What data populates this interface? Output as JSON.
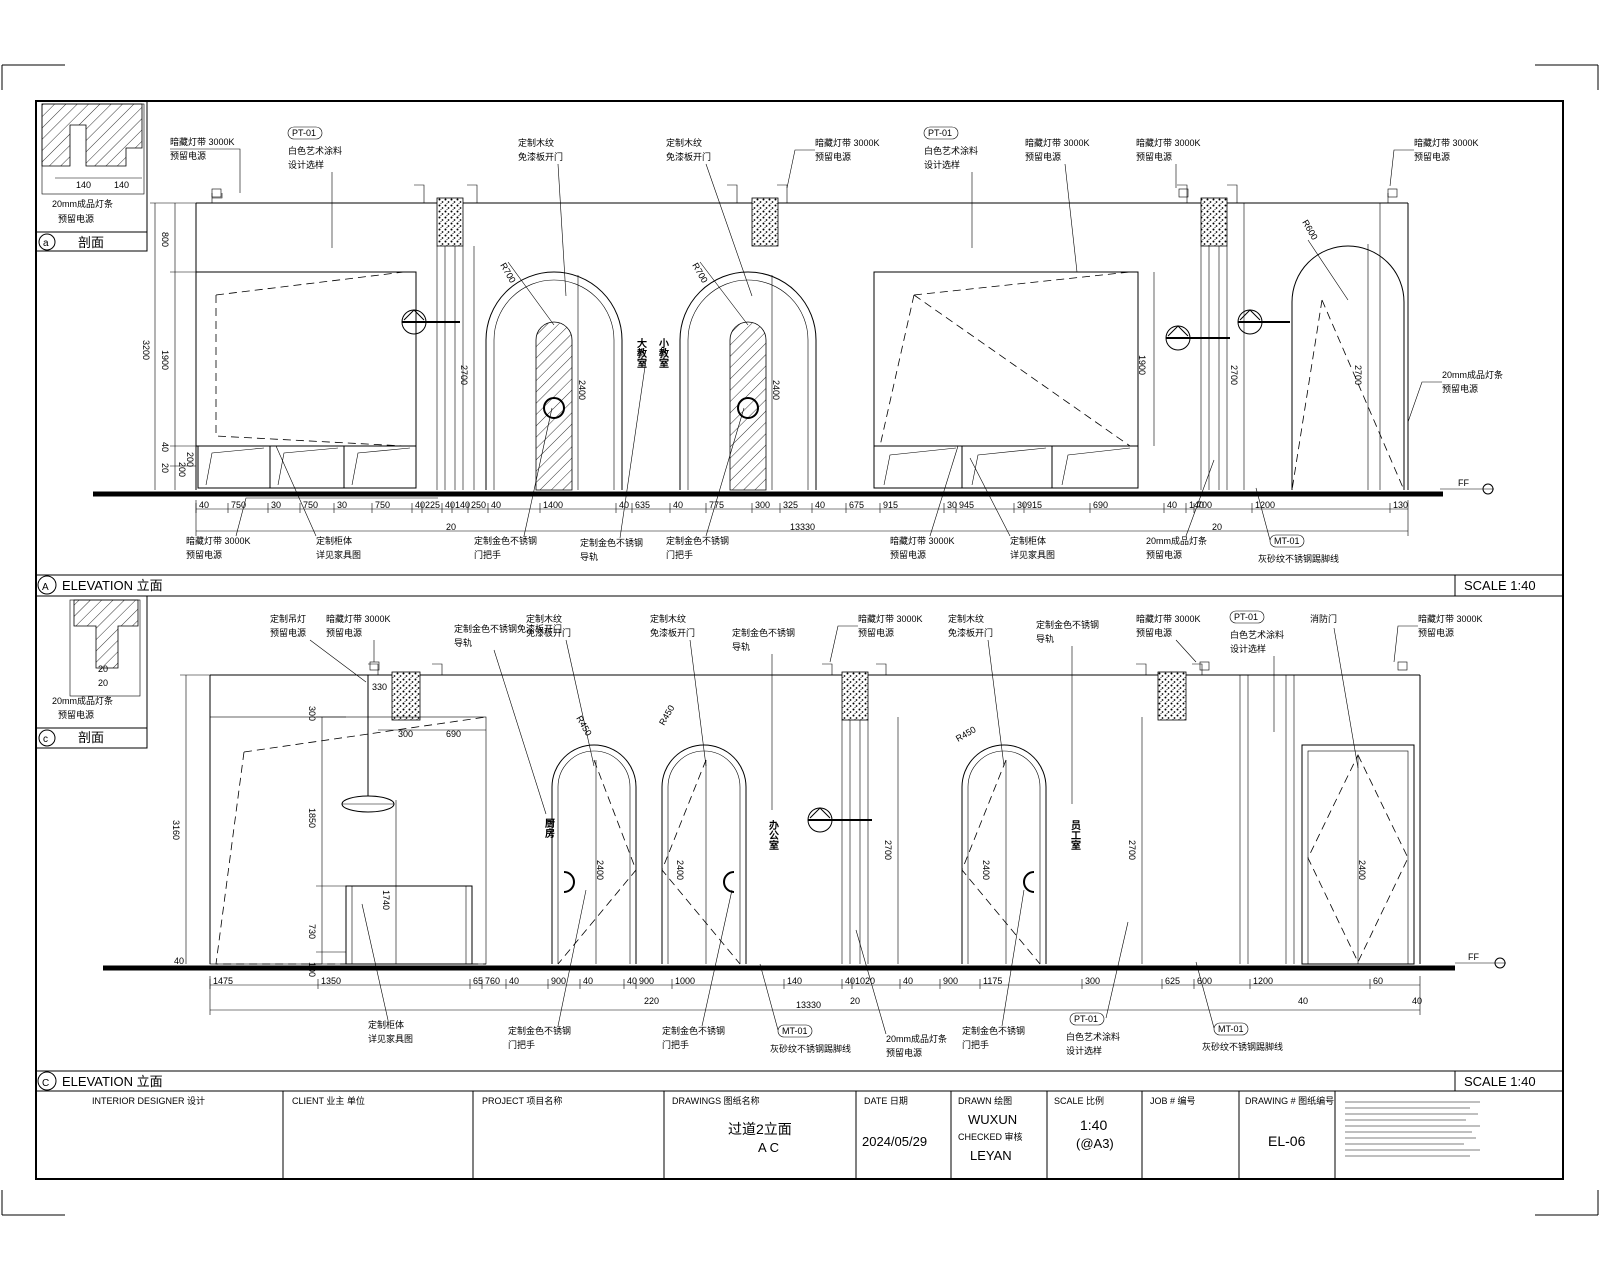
{
  "title_block": {
    "designer_label": "INTERIOR DESIGNER 设计",
    "client_label": "CLIENT 业主 单位",
    "project_label": "PROJECT 项目名称",
    "drawings_label": "DRAWINGS 图纸名称",
    "drawing_name": "过道2立面",
    "drawing_sub": "A C",
    "date_label": "DATE 日期",
    "date_value": "2024/05/29",
    "drawn_label": "DRAWN 绘图",
    "drawn_value": "WUXUN",
    "checked_label": "CHECKED 审核",
    "checked_value": "LEYAN",
    "scale_label": "SCALE 比例",
    "scale_value": "1:40",
    "scale_sub": "(@A3)",
    "job_label": "JOB # 编号",
    "drawing_no_label": "DRAWING # 图纸编号",
    "drawing_no": "EL-06"
  },
  "elevation_a": {
    "title": "ELEVATION 立面",
    "marker": "A",
    "scale": "SCALE 1:40",
    "section_marker": "a",
    "section_label": "剖面",
    "section_note_1": "20mm成品灯条",
    "section_note_2": "预留电源",
    "section_dim_1": "140",
    "section_dim_2": "140",
    "notes_top": [
      {
        "l1": "暗藏灯带 3000K",
        "l2": "预留电源"
      },
      {
        "l1": "PT-01",
        "l2": "白色艺术涂料",
        "l3": "设计选样"
      },
      {
        "l1": "定制木纹",
        "l2": "免漆板开门"
      },
      {
        "l1": "定制木纹",
        "l2": "免漆板开门"
      },
      {
        "l1": "暗藏灯带 3000K",
        "l2": "预留电源"
      },
      {
        "l1": "PT-01",
        "l2": "白色艺术涂料",
        "l3": "设计选样"
      },
      {
        "l1": "暗藏灯带 3000K",
        "l2": "预留电源"
      },
      {
        "l1": "暗藏灯带 3000K",
        "l2": "预留电源"
      },
      {
        "l1": "暗藏灯带 3000K",
        "l2": "预留电源"
      }
    ],
    "notes_bottom": [
      {
        "l1": "暗藏灯带 3000K",
        "l2": "预留电源"
      },
      {
        "l1": "定制柜体",
        "l2": "详见家具图"
      },
      {
        "l1": "定制金色不锈钢",
        "l2": "门把手"
      },
      {
        "l1": "定制金色不锈钢",
        "l2": "导轨"
      },
      {
        "l1": "定制金色不锈钢",
        "l2": "门把手"
      },
      {
        "l1": "暗藏灯带 3000K",
        "l2": "预留电源"
      },
      {
        "l1": "定制柜体",
        "l2": "详见家具图"
      },
      {
        "l1": "20mm成品灯条",
        "l2": "预留电源"
      },
      {
        "l1": "MT-01",
        "l2": "灰砂纹不锈钢踢脚线"
      }
    ],
    "side_note": {
      "l1": "20mm成品灯条",
      "l2": "预留电源"
    },
    "room_labels": [
      "大教室",
      "小教室"
    ],
    "radius_labels": [
      "R700",
      "R700",
      "R600"
    ],
    "dims_bottom": [
      "40",
      "750",
      "30",
      "750",
      "30",
      "750",
      "40",
      "225",
      "40",
      "140",
      "250",
      "40",
      "1400",
      "40",
      "635",
      "40",
      "775",
      "300",
      "325",
      "40",
      "675",
      "915",
      "30",
      "945",
      "30",
      "915",
      "690",
      "40",
      "140",
      "700",
      "1200",
      "130"
    ],
    "dim_total": "13330",
    "dim_20_a": "20",
    "dim_20_b": "20",
    "dims_left": [
      "800",
      "3200",
      "1900",
      "40",
      "20",
      "200",
      "200"
    ],
    "dims_vertical_mid": [
      "2700",
      "2400",
      "2400",
      "1900",
      "2700",
      "2700"
    ],
    "ff_label": "FF"
  },
  "elevation_c": {
    "title": "ELEVATION 立面",
    "marker": "C",
    "scale": "SCALE 1:40",
    "section_marker": "c",
    "section_label": "剖面",
    "section_note_1": "20mm成品灯条",
    "section_note_2": "预留电源",
    "section_dim_1": "20",
    "section_dim_2": "20",
    "notes_top": [
      {
        "l1": "定制吊灯",
        "l2": "预留电源"
      },
      {
        "l1": "暗藏灯带 3000K",
        "l2": "预留电源"
      },
      {
        "l1": "定制金色不锈钢免漆板开门",
        "l2": "导轨"
      },
      {
        "l1": "定制木纹",
        "l2": "免漆板开门"
      },
      {
        "l1": "定制木纹",
        "l2": "免漆板开门"
      },
      {
        "l1": "定制金色不锈钢",
        "l2": "导轨"
      },
      {
        "l1": "暗藏灯带 3000K",
        "l2": "预留电源"
      },
      {
        "l1": "定制木纹",
        "l2": "免漆板开门"
      },
      {
        "l1": "定制金色不锈钢",
        "l2": "导轨"
      },
      {
        "l1": "暗藏灯带 3000K",
        "l2": "预留电源"
      },
      {
        "l1": "PT-01",
        "l2": "白色艺术涂料",
        "l3": "设计选样"
      },
      {
        "l1": "消防门"
      },
      {
        "l1": "暗藏灯带 3000K",
        "l2": "预留电源"
      }
    ],
    "notes_bottom": [
      {
        "l1": "定制柜体",
        "l2": "详见家具图"
      },
      {
        "l1": "定制金色不锈钢",
        "l2": "门把手"
      },
      {
        "l1": "定制金色不锈钢",
        "l2": "门把手"
      },
      {
        "l1": "MT-01",
        "l2": "灰砂纹不锈钢踢脚线"
      },
      {
        "l1": "20mm成品灯条",
        "l2": "预留电源"
      },
      {
        "l1": "定制金色不锈钢",
        "l2": "门把手"
      },
      {
        "l1": "PT-01",
        "l2": "白色艺术涂料",
        "l3": "设计选样"
      },
      {
        "l1": "MT-01",
        "l2": "灰砂纹不锈钢踢脚线"
      }
    ],
    "room_labels": [
      "厨房",
      "办公室",
      "员工室"
    ],
    "radius_labels": [
      "R450",
      "R450",
      "R450"
    ],
    "dims_bottom": [
      "1475",
      "1350",
      "65",
      "760",
      "40",
      "900",
      "40",
      "40",
      "900",
      "1000",
      "140",
      "40",
      "1020",
      "40",
      "900",
      "1175",
      "300",
      "625",
      "600",
      "1200",
      "60"
    ],
    "dim_total": "13330",
    "dim_220": "220",
    "dim_20": "20",
    "dim_40_a": "40",
    "dim_40_b": "40",
    "dims_top": [
      "330",
      "300",
      "690"
    ],
    "dims_left": [
      "3160",
      "300",
      "1850",
      "730",
      "100",
      "40"
    ],
    "dims_vertical_mid": [
      "1740",
      "2400",
      "2400",
      "2700",
      "2400",
      "2700",
      "2400"
    ],
    "ff_label": "FF"
  }
}
